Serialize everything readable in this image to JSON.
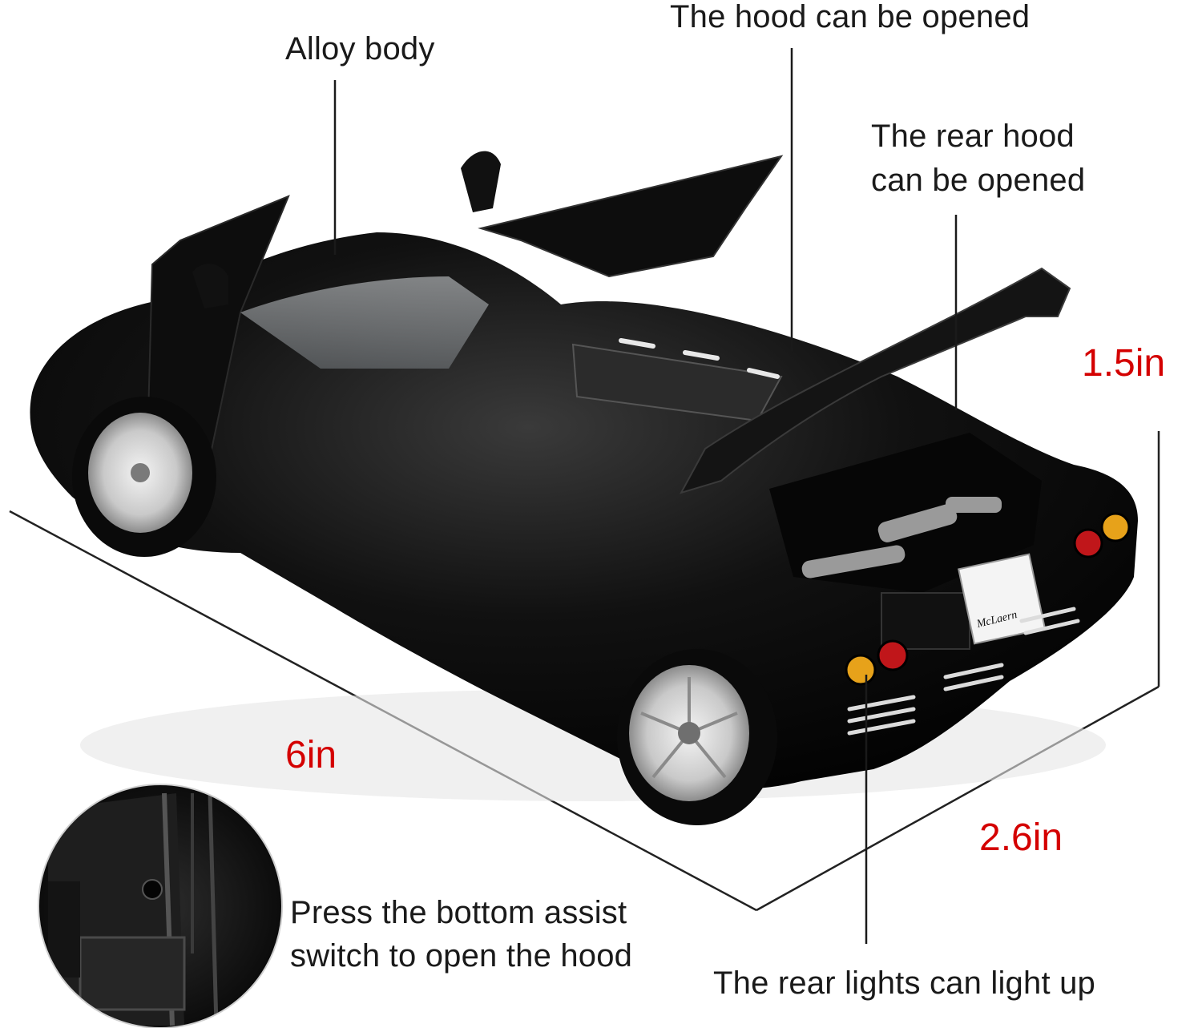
{
  "callouts": {
    "alloy_body": "Alloy body",
    "hood": "The hood can be opened",
    "rear_hood_line1": "The rear hood",
    "rear_hood_line2": "can be opened",
    "switch_line1": "Press the bottom assist",
    "switch_line2": "switch to open the hood",
    "rear_lights": "The rear lights can light up"
  },
  "dimensions": {
    "length": "6in",
    "width": "2.6in",
    "height": "1.5in"
  },
  "car": {
    "badge": "McLaern",
    "body_color": "#0b0b0b",
    "light_red": "#c0161a",
    "light_amber": "#e7a21a"
  },
  "colors": {
    "dimension_text": "#d40000"
  }
}
